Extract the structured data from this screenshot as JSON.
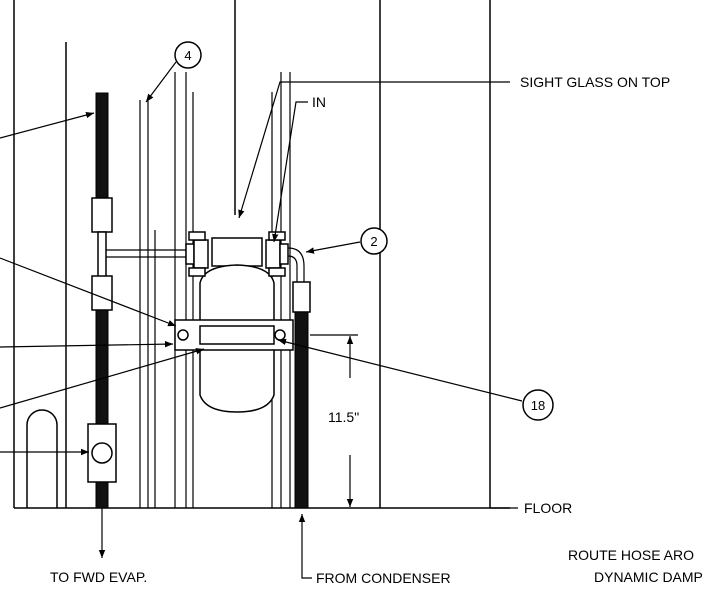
{
  "labels": {
    "sight_glass": "SIGHT GLASS ON TOP",
    "in": "IN",
    "floor": "FLOOR",
    "to_fwd_evap": "TO FWD EVAP.",
    "from_condenser": "FROM CONDENSER",
    "route_hose_line1": "ROUTE HOSE ARO",
    "route_hose_line2": "DYNAMIC DAMP",
    "dimension": "11.5\""
  },
  "callouts": {
    "c4": "4",
    "c2": "2",
    "c18": "18"
  }
}
